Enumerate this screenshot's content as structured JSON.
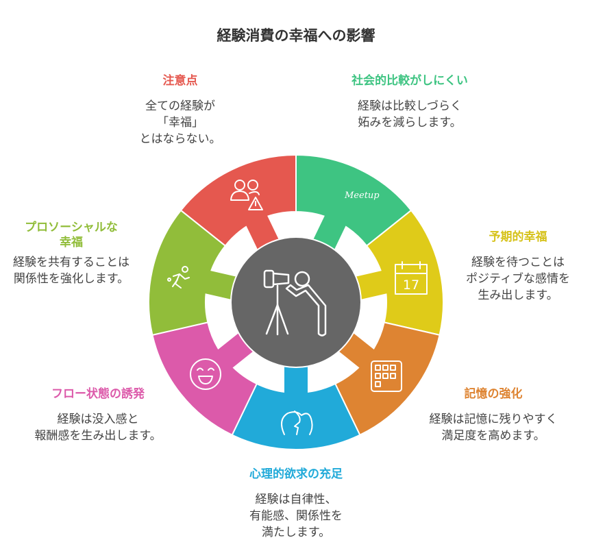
{
  "title": "経験消費の幸福への影響",
  "center": {
    "icon": "photographer-telescope-icon",
    "color": "#666666"
  },
  "segments": [
    {
      "key": "caution",
      "title": "注意点",
      "body": [
        "全ての経験が",
        "「幸福」",
        "とはならない。"
      ],
      "color": "#E5584F",
      "icon": "users-warning-icon"
    },
    {
      "key": "social",
      "title": "社会的比較がしにくい",
      "body": [
        "経験は比較しづらく",
        "妬みを減らします。"
      ],
      "color": "#3EC482",
      "icon": "meetup-icon",
      "icon_text": "Meetup"
    },
    {
      "key": "anticipation",
      "title": "予期的幸福",
      "body": [
        "経験を待つことは",
        "ポジティブな感情を",
        "生み出します。"
      ],
      "color": "#DFCB19",
      "icon": "calendar-icon",
      "icon_text": "17"
    },
    {
      "key": "memory",
      "title": "記憶の強化",
      "body": [
        "経験は記憶に残りやすく",
        "満足度を高めます。"
      ],
      "color": "#DE8432",
      "icon": "grid-calendar-icon"
    },
    {
      "key": "psych",
      "title": "心理的欲求の充足",
      "body": [
        "経験は自律性、",
        "有能感、関係性を",
        "満たします。"
      ],
      "color": "#21AAD9",
      "icon": "heads-icon"
    },
    {
      "key": "flow",
      "title": "フロー状態の誘発",
      "body": [
        "経験は没入感と",
        "報酬感を生み出します。"
      ],
      "color": "#DC5AAA",
      "icon": "laughing-face-icon"
    },
    {
      "key": "prosocial",
      "title": "プロソーシャルな",
      "title2": "幸福",
      "body": [
        "経験を共有することは",
        "関係性を強化します。"
      ],
      "color": "#91BD3A",
      "icon": "running-person-icon"
    }
  ]
}
